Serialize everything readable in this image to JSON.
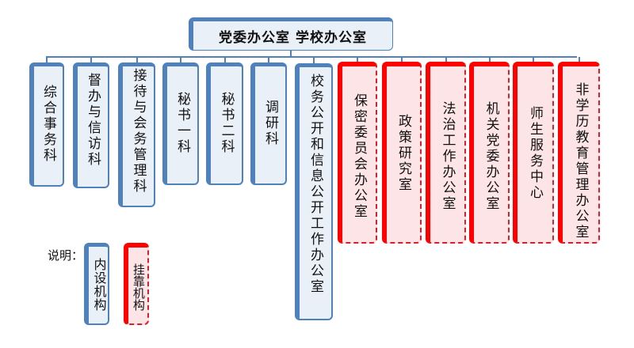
{
  "root": {
    "label": "党委办公室  学校办公室"
  },
  "units": [
    {
      "label": "综合事务科",
      "type": "internal"
    },
    {
      "label": "督办与信访科",
      "type": "internal"
    },
    {
      "label": "接待与会务管理科",
      "type": "internal"
    },
    {
      "label": "秘书一科",
      "type": "internal"
    },
    {
      "label": "秘书二科",
      "type": "internal"
    },
    {
      "label": "调研科",
      "type": "internal"
    },
    {
      "label": "校务公开和信息公开工作办公室",
      "type": "internal"
    },
    {
      "label": "保密委员会办公室",
      "type": "attached"
    },
    {
      "label": "政策研究室",
      "type": "attached"
    },
    {
      "label": "法治工作办公室",
      "type": "attached"
    },
    {
      "label": "机关党委办公室",
      "type": "attached"
    },
    {
      "label": "师生服务中心",
      "type": "attached"
    },
    {
      "label": "非学历教育管理办公室",
      "type": "attached"
    }
  ],
  "legend": {
    "title": "说明：",
    "internal_label": "内设机构",
    "attached_label": "挂靠机构"
  },
  "colors": {
    "internal_border": "#4f81bd",
    "internal_fill": "#eaf0f8",
    "attached_border": "#ff0000",
    "attached_fill": "#fde4e6"
  }
}
